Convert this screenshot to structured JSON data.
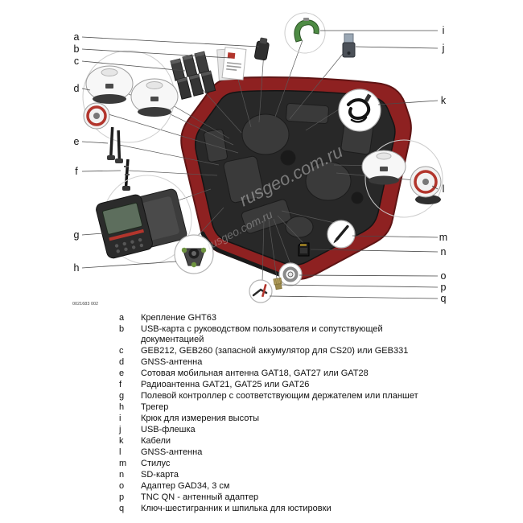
{
  "figure": {
    "number": "0021683 002",
    "watermark": "rusgeo.com.ru",
    "labels_left": [
      "a",
      "b",
      "c",
      "d",
      "e",
      "f",
      "g",
      "h"
    ],
    "labels_right": [
      "i",
      "j",
      "k",
      "l",
      "m",
      "n",
      "o",
      "p",
      "q"
    ]
  },
  "colors": {
    "case_red": "#8e2121",
    "case_red_edge": "#5f1414",
    "foam_dark": "#282828",
    "hook_green": "#4e8b44",
    "pin_red": "#b2352c",
    "ring_red": "#b2352c",
    "screen_green": "#5d6e5d"
  },
  "legend": {
    "items": [
      {
        "key": "a",
        "text": "Крепление GHT63"
      },
      {
        "key": "b",
        "text": "USB-карта с руководством пользователя и сопутствующей документацией"
      },
      {
        "key": "c",
        "text": "GEB212, GEB260 (запасной аккумулятор для CS20) или GEB331"
      },
      {
        "key": "d",
        "text": "GNSS-антенна"
      },
      {
        "key": "e",
        "text": "Сотовая мобильная антенна GAT18, GAT27 или GAT28"
      },
      {
        "key": "f",
        "text": "Радиоантенна GAT21, GAT25 или GAT26"
      },
      {
        "key": "g",
        "text": "Полевой контроллер с соответствующим держателем или планшет"
      },
      {
        "key": "h",
        "text": "Трегер"
      },
      {
        "key": "i",
        "text": "Крюк для измерения высоты"
      },
      {
        "key": "j",
        "text": "USB-флешка"
      },
      {
        "key": "k",
        "text": "Кабели"
      },
      {
        "key": "l",
        "text": "GNSS-антенна"
      },
      {
        "key": "m",
        "text": "Стилус"
      },
      {
        "key": "n",
        "text": "SD-карта"
      },
      {
        "key": "o",
        "text": "Адаптер GAD34, 3 см"
      },
      {
        "key": "p",
        "text": "TNC QN - антенный адаптер"
      },
      {
        "key": "q",
        "text": "Ключ-шестигранник и шпилька для юстировки"
      }
    ]
  }
}
